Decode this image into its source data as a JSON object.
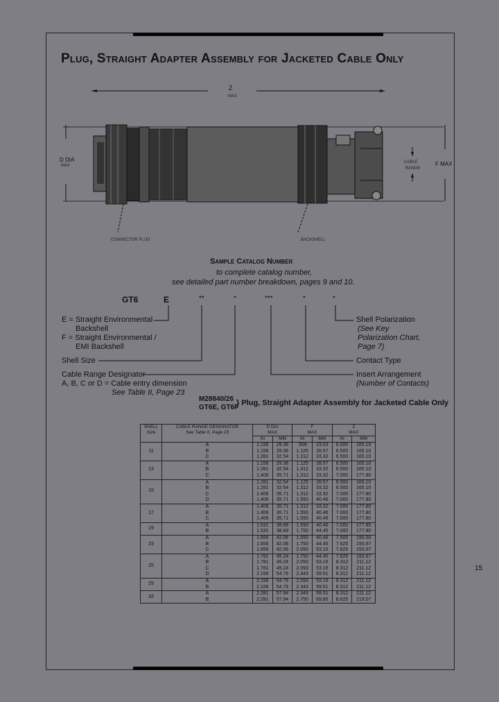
{
  "page": {
    "title": "Plug, Straight Adapter Assembly for Jacketed Cable Only",
    "page_tab": "15"
  },
  "drawing": {
    "z_label": "Z",
    "z_sub": "MAX",
    "d_label": "D DIA",
    "d_sub": "MAX",
    "cable_range": "CABLE",
    "cable_range2": "RANGE",
    "f_label": "F MAX",
    "connector_label": "CONNECTOR PLUG",
    "backshell_label": "BACKSHELL"
  },
  "catalog": {
    "heading": "Sample Catalog Number",
    "line1": "to complete catalog number,",
    "line2": "see detailed part number breakdown, pages 9 and 10.",
    "code_base": "GT6",
    "code_e": "E",
    "code_star2a": "**",
    "code_star1a": "*",
    "code_star3": "***",
    "code_star1b": "*",
    "code_star1c": "*",
    "e_line1": "E = Straight Environmental",
    "e_line2": "Backshell",
    "f_line1": "F = Straight Environmental /",
    "f_line2": "EMI Backshell",
    "shell_size": "Shell Size",
    "cable_line1": "Cable Range Designator",
    "cable_line2": "A, B, C or D = Cable entry dimension",
    "cable_line3": "See Table II, Page 23",
    "polar1": "Shell Polarization",
    "polar2": "(See Key",
    "polar3": "Polarization Chart,",
    "polar4": "Page 7)",
    "contact_type": "Contact Type",
    "insert1": "Insert Arrangement",
    "insert2": "(Number of Contacts)",
    "mil1": "M28840/26",
    "mil2": "GT6E, GT6F",
    "mil_desc": "} Plug, Straight Adapter Assembly for Jacketed Cable Only"
  },
  "table": {
    "h_shell": "SHELL",
    "h_size": "Size",
    "h_cable": "CABLE RANGE DESIGNATOR",
    "h_cable_sub": "See Table II, Page 23",
    "h_d": "D DIA",
    "h_f": "F",
    "h_z": "Z",
    "h_max": "MAX",
    "h_in": "IN",
    "h_mm": "MM",
    "groups": [
      {
        "shell": "11",
        "rows": [
          [
            "A",
            "1.156",
            "29.36",
            ".906",
            "23.03",
            "6.500",
            "165.10"
          ],
          [
            "B",
            "1.156",
            "29.36",
            "1.125",
            "28.57",
            "6.500",
            "165.10"
          ],
          [
            "C",
            "1.281",
            "32.54",
            "1.312",
            "33.32",
            "6.500",
            "165.10"
          ]
        ]
      },
      {
        "shell": "13",
        "rows": [
          [
            "A",
            "1.156",
            "29.36",
            "1.125",
            "28.57",
            "6.500",
            "165.10"
          ],
          [
            "B",
            "1.281",
            "32.54",
            "1.312",
            "33.32",
            "6.500",
            "165.10"
          ],
          [
            "C",
            "1.406",
            "35.71",
            "1.312",
            "33.32",
            "7.000",
            "177.80"
          ]
        ]
      },
      {
        "shell": "15",
        "rows": [
          [
            "A",
            "1.281",
            "32.54",
            "1.125",
            "28.57",
            "6.500",
            "165.10"
          ],
          [
            "B",
            "1.281",
            "32.54",
            "1.312",
            "33.32",
            "6.500",
            "165.10"
          ],
          [
            "C",
            "1.406",
            "35.71",
            "1.312",
            "33.32",
            "7.000",
            "177.80"
          ],
          [
            "D",
            "1.406",
            "35.71",
            "1.593",
            "40.46",
            "7.000",
            "177.80"
          ]
        ]
      },
      {
        "shell": "17",
        "rows": [
          [
            "A",
            "1.406",
            "35.71",
            "1.312",
            "33.32",
            "7.000",
            "177.80"
          ],
          [
            "B",
            "1.406",
            "35.71",
            "1.593",
            "40.46",
            "7.000",
            "177.80"
          ],
          [
            "C",
            "1.406",
            "35.71",
            "1.593",
            "40.46",
            "7.000",
            "177.80"
          ]
        ]
      },
      {
        "shell": "19",
        "rows": [
          [
            "A",
            "1.531",
            "38.89",
            "1.593",
            "40.46",
            "7.000",
            "177.80"
          ],
          [
            "B",
            "1.531",
            "38.89",
            "1.750",
            "44.45",
            "7.000",
            "177.80"
          ]
        ]
      },
      {
        "shell": "23",
        "rows": [
          [
            "A",
            "1.656",
            "42.06",
            "1.593",
            "40.46",
            "7.500",
            "190.50"
          ],
          [
            "B",
            "1.656",
            "42.06",
            "1.750",
            "44.45",
            "7.625",
            "193.67"
          ],
          [
            "C",
            "1.656",
            "42.06",
            "2.093",
            "53.16",
            "7.625",
            "193.67"
          ]
        ]
      },
      {
        "shell": "25",
        "rows": [
          [
            "A",
            "1.781",
            "45.24",
            "1.750",
            "44.45",
            "7.625",
            "193.67"
          ],
          [
            "B",
            "1.781",
            "45.24",
            "2.093",
            "53.16",
            "8.312",
            "211.12"
          ],
          [
            "C",
            "1.781",
            "45.24",
            "2.093",
            "53.16",
            "8.312",
            "211.12"
          ],
          [
            "D",
            "2.156",
            "54.76",
            "2.343",
            "59.51",
            "8.312",
            "211.12"
          ]
        ]
      },
      {
        "shell": "29",
        "rows": [
          [
            "A",
            "2.156",
            "54.76",
            "2.093",
            "53.16",
            "8.312",
            "211.12"
          ],
          [
            "B",
            "2.156",
            "54.76",
            "2.343",
            "59.51",
            "8.312",
            "211.12"
          ]
        ]
      },
      {
        "shell": "33",
        "rows": [
          [
            "A",
            "2.281",
            "57.94",
            "2.343",
            "59.51",
            "8.312",
            "211.12"
          ],
          [
            "B",
            "2.281",
            "57.94",
            "2.750",
            "69.85",
            "8.625",
            "219.07"
          ]
        ]
      }
    ]
  }
}
